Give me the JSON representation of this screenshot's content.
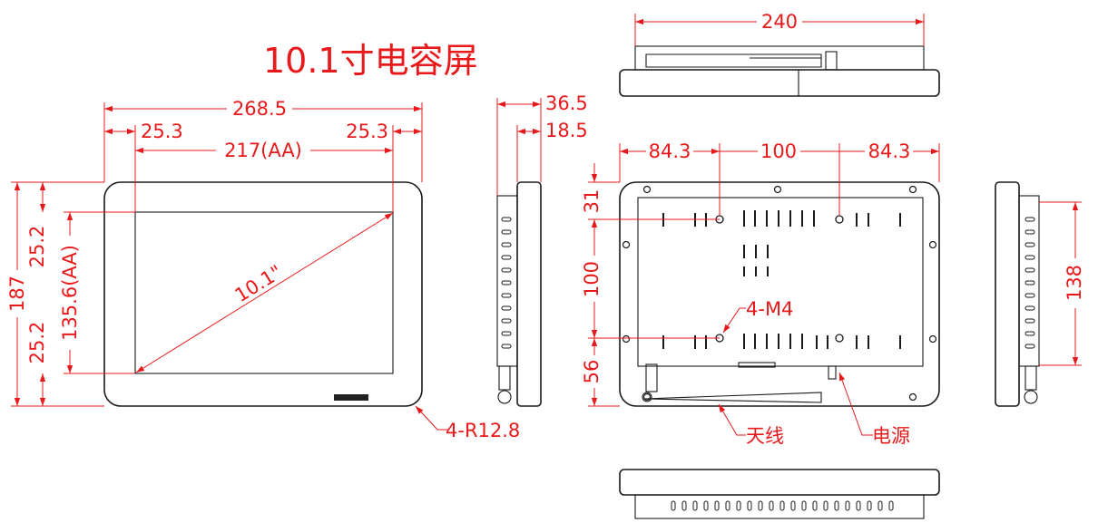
{
  "title": "10.1寸电容屏",
  "colors": {
    "dimension": "#e8191b",
    "outline": "#1a1a1a",
    "background": "#ffffff"
  },
  "front_view": {
    "width": "268.5",
    "bezel_left": "25.3",
    "bezel_right": "25.3",
    "active_width": "217(AA)",
    "height": "187",
    "bezel_top": "25.2",
    "bezel_bottom": "25.2",
    "active_height": "135.6(AA)",
    "diagonal": "10.1\"",
    "corner_radius": "4-R12.8"
  },
  "side_view": {
    "total_depth": "36.5",
    "body_depth": "18.5"
  },
  "top_view": {
    "width": "240"
  },
  "rear_view": {
    "hole_left": "84.3",
    "hole_spacing": "100",
    "hole_right": "84.3",
    "top_offset": "31",
    "hole_vertical": "100",
    "bottom_offset": "56",
    "mount_holes": "4-M4",
    "antenna": "天线",
    "power": "电源"
  },
  "right_side_view": {
    "height": "138"
  }
}
